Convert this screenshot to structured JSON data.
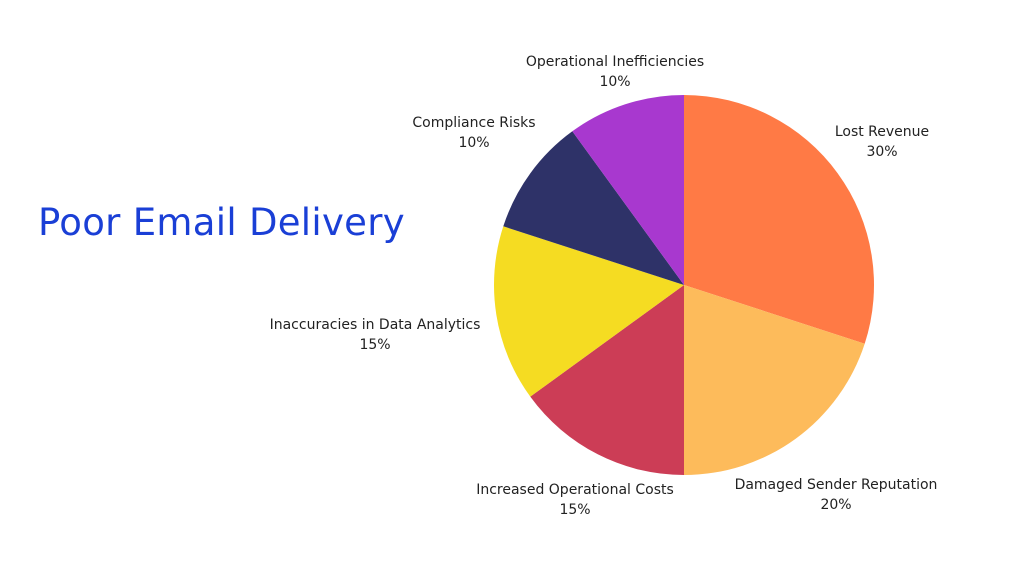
{
  "chart_data": {
    "type": "pie",
    "title": "Poor Email Delivery",
    "slices": [
      {
        "label": "Lost Revenue",
        "value": 30,
        "value_label": "30%",
        "color": "#FF7A45"
      },
      {
        "label": "Damaged Sender Reputation",
        "value": 20,
        "value_label": "20%",
        "color": "#FDBB5B"
      },
      {
        "label": "Increased Operational Costs",
        "value": 15,
        "value_label": "15%",
        "color": "#CC3D56"
      },
      {
        "label": "Inaccuracies in Data Analytics",
        "value": 15,
        "value_label": "15%",
        "color": "#F5DC22"
      },
      {
        "label": "Compliance Risks",
        "value": 10,
        "value_label": "10%",
        "color": "#2E3268"
      },
      {
        "label": "Operational Inefficiencies",
        "value": 10,
        "value_label": "10%",
        "color": "#A838CF"
      }
    ],
    "start": "top",
    "direction": "clockwise"
  }
}
